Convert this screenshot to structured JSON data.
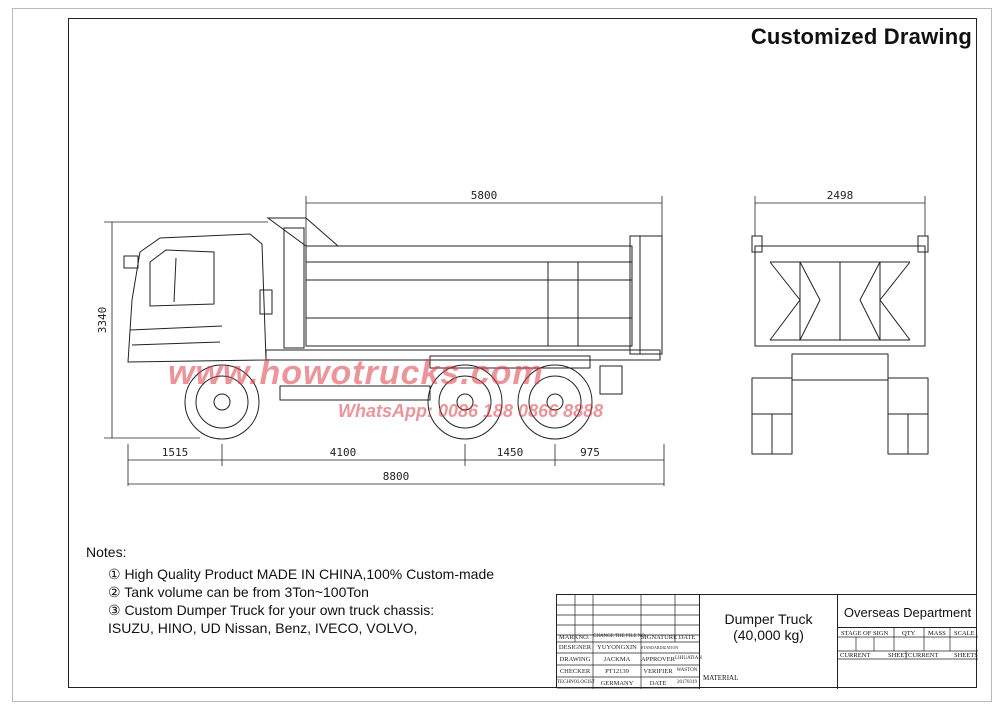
{
  "title": "Customized Drawing",
  "dimensions": {
    "body_length": "5800",
    "rear_width": "2498",
    "height": "3340",
    "front_overhang": "1515",
    "wheelbase_1": "4100",
    "wheelbase_2": "1450",
    "rear_overhang": "975",
    "overall_length": "8800"
  },
  "watermark": {
    "site": "www.howotrucks.com",
    "phone": "WhatsApp: 0086 188 0866 8888"
  },
  "notes": {
    "header": "Notes:",
    "items": [
      "① High Quality Product MADE IN CHINA,100% Custom-made",
      "② Tank volume can be from 3Ton~100Ton",
      "③ Custom Dumper Truck for your own truck chassis:"
    ],
    "brands": "ISUZU, HINO, UD Nissan, Benz, IVECO, VOLVO,"
  },
  "title_block": {
    "header_cells": [
      "MARK",
      "NO.",
      "CHANGE THE FILE NO.",
      "SIGNATURE",
      "DATE"
    ],
    "rows": [
      [
        "DESIGNER",
        "YUYONGXIN",
        "STANDARDIZATION",
        ""
      ],
      [
        "DRAWING",
        "JACKMA",
        "APPROVER",
        "LIHUATIAN"
      ],
      [
        "CHECKER",
        "PT12139",
        "VERIFIER",
        "WASTON"
      ],
      [
        "TECHNOLOGIST",
        "GERMANY",
        "DATE",
        "20170319"
      ]
    ],
    "product_name": "Dumper Truck",
    "product_weight": "(40,000 kg)",
    "material_label": "MATERIAL",
    "department": "Overseas Department",
    "stage_headers": [
      "STAGE OF SIGN",
      "QTY",
      "MASS",
      "SCALE"
    ],
    "sheet_labels": [
      "CURRENT",
      "SHEET",
      "CURRENT",
      "SHEETS"
    ]
  }
}
